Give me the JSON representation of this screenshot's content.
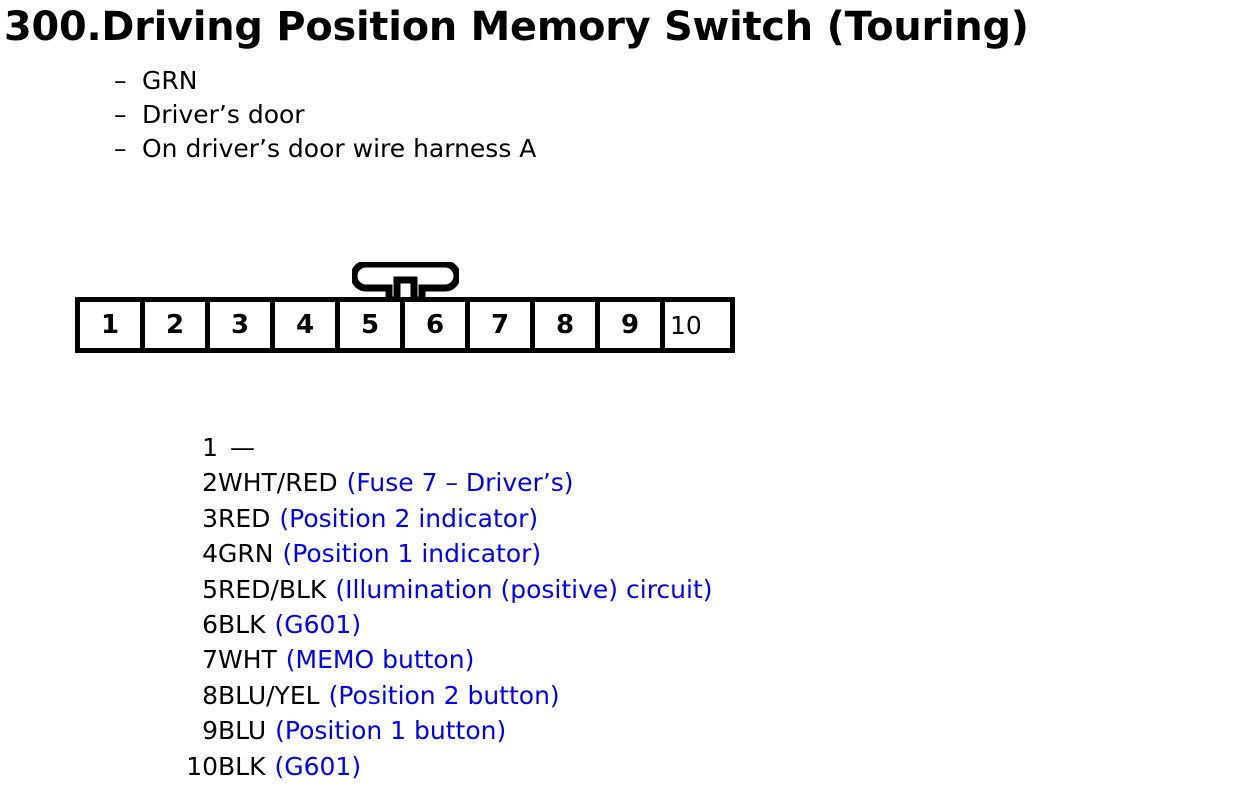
{
  "document": {
    "title": "300.Driving Position Memory Switch (Touring)",
    "bullet_marker": "–",
    "bullets": [
      {
        "text": "GRN"
      },
      {
        "text": "Driver’s door"
      },
      {
        "text": "On driver’s door wire harness A"
      }
    ]
  },
  "connector": {
    "tab_icon": "connector-locking-tab",
    "pins": [
      {
        "label": "1"
      },
      {
        "label": "2"
      },
      {
        "label": "3"
      },
      {
        "label": "4"
      },
      {
        "label": "5"
      },
      {
        "label": "6"
      },
      {
        "label": "7"
      },
      {
        "label": "8"
      },
      {
        "label": "9"
      },
      {
        "label": "10"
      }
    ]
  },
  "pin_legend": {
    "description_color": "#0000FF",
    "rows": [
      {
        "pin": "1",
        "color": "",
        "desc": "",
        "dash": "—"
      },
      {
        "pin": "2",
        "color": "WHT/RED",
        "desc": "(Fuse 7 – Driver’s)",
        "dash": ""
      },
      {
        "pin": "3",
        "color": "RED",
        "desc": "(Position 2 indicator)",
        "dash": ""
      },
      {
        "pin": "4",
        "color": "GRN",
        "desc": "(Position 1 indicator)",
        "dash": ""
      },
      {
        "pin": "5",
        "color": "RED/BLK",
        "desc": "(Illumination (positive) circuit)",
        "dash": ""
      },
      {
        "pin": "6",
        "color": "BLK",
        "desc": "(G601)",
        "dash": ""
      },
      {
        "pin": "7",
        "color": "WHT",
        "desc": "(MEMO button)",
        "dash": ""
      },
      {
        "pin": "8",
        "color": "BLU/YEL",
        "desc": "(Position 2 button)",
        "dash": ""
      },
      {
        "pin": "9",
        "color": "BLU",
        "desc": "(Position 1 button)",
        "dash": ""
      },
      {
        "pin": "10",
        "color": "BLK",
        "desc": "(G601)",
        "dash": ""
      }
    ]
  }
}
